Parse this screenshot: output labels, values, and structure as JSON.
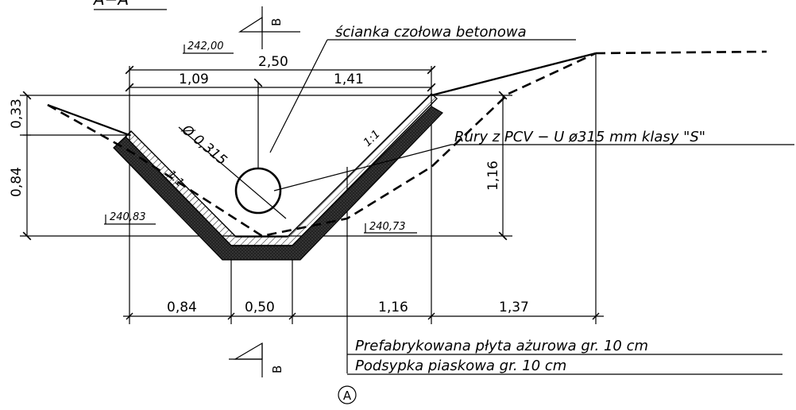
{
  "section_label": "A−A",
  "section_mark": "B",
  "levels": {
    "top": "242,00",
    "left_bottom": "240,83",
    "right_bottom": "240,73"
  },
  "dimensions": {
    "total_width": "2,50",
    "left_top": "1,09",
    "right_top": "1,41",
    "left_height_upper": "0,33",
    "left_height_lower": "0,84",
    "right_height": "1,16",
    "bottom_left": "0,84",
    "bottom_mid": "0,50",
    "bottom_right": "1,16",
    "bottom_far": "1,37",
    "pipe_diameter": "Ø 0,315"
  },
  "slopes": {
    "left": "1:1",
    "right": "1:1"
  },
  "notes": {
    "headwall": "ścianka czołowa betonowa",
    "pipes": "Rury z PCV − U ø315 mm klasy \"S\"",
    "slab": "Prefabrykowana płyta ażurowa gr. 10 cm",
    "bedding": "Podsypka piaskowa gr. 10 cm"
  },
  "detail_marker": "A",
  "colors": {
    "line": "#000000",
    "background": "#ffffff"
  }
}
